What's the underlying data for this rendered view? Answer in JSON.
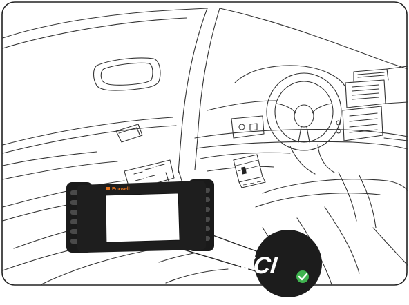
{
  "device": {
    "brand_label": "Foxwell",
    "brand_color": "#e8741e"
  },
  "badge": {
    "label": "VCI",
    "background": "#1c1c1c",
    "status": "connected",
    "status_icon": "checkmark-icon",
    "status_color": "#3fb34f"
  },
  "colors": {
    "line": "#333333",
    "frame": "#222222",
    "device_body": "#1e1e1e",
    "screen": "#ffffff"
  }
}
